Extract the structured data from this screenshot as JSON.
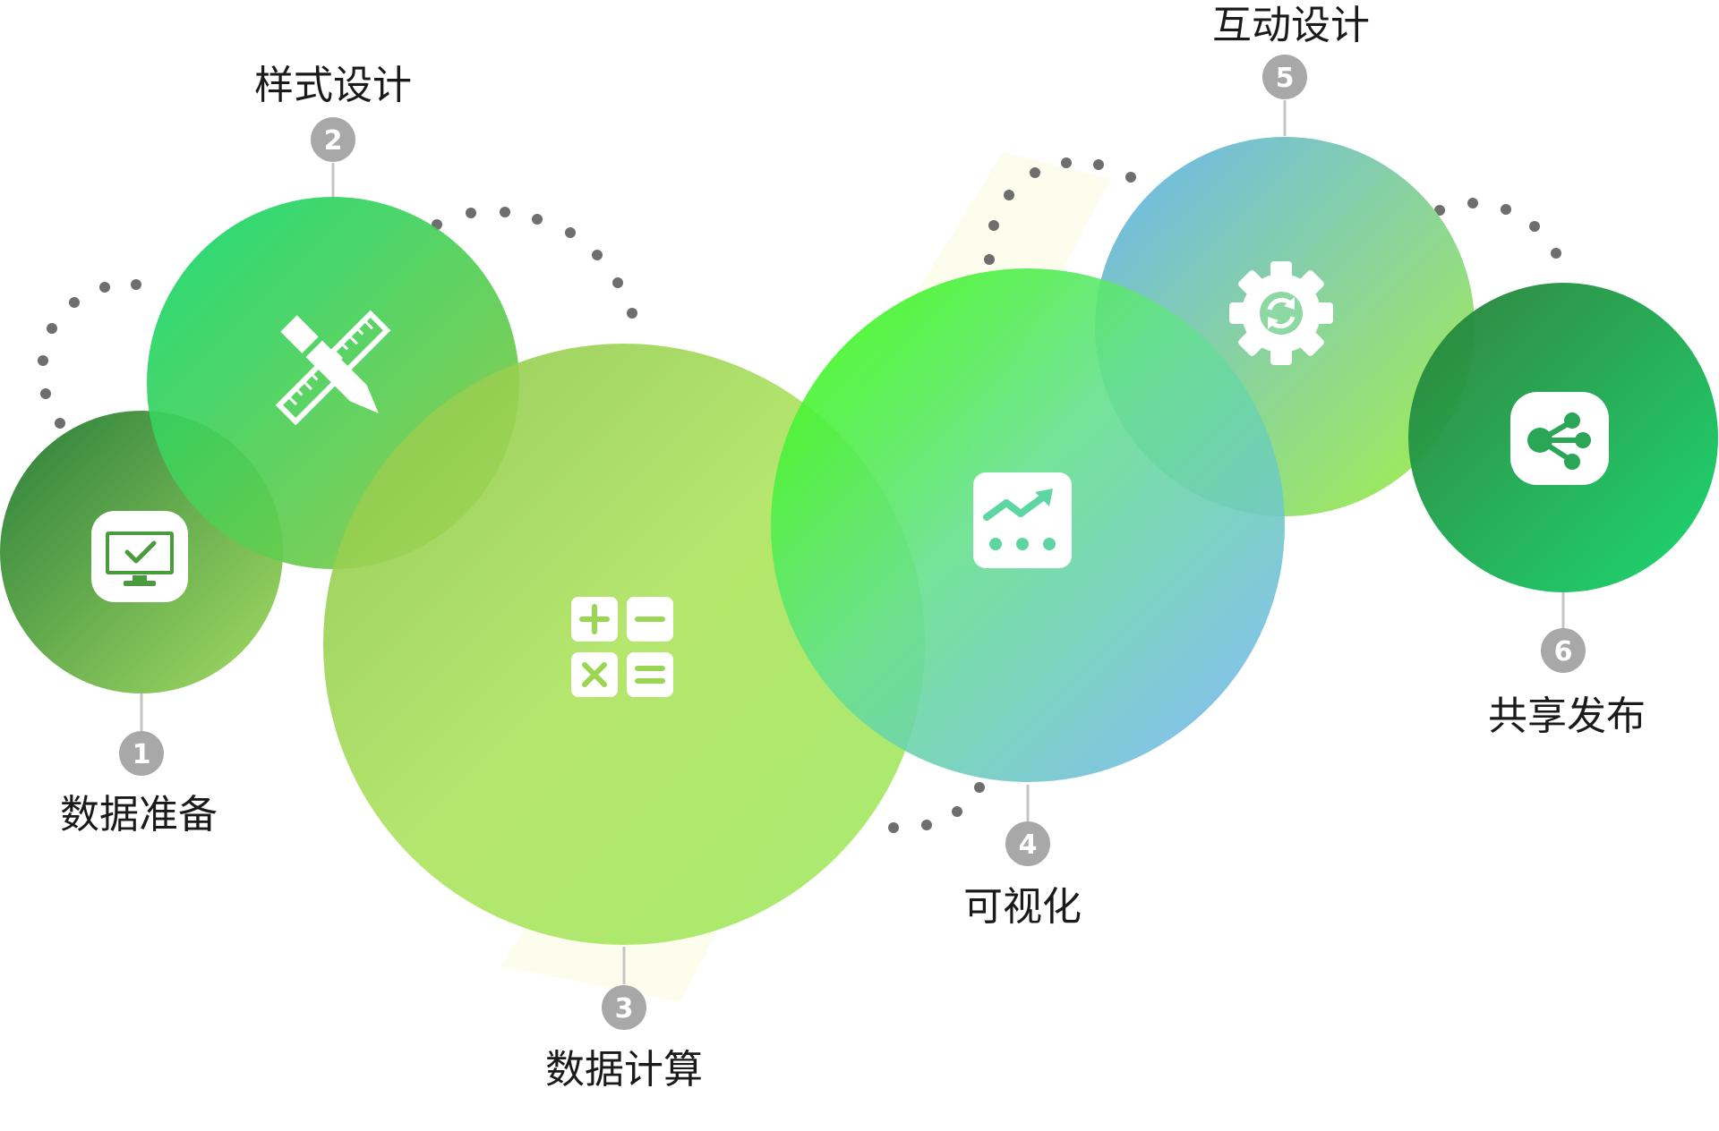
{
  "steps": [
    {
      "number": "1",
      "label": "数据准备",
      "icon": "monitor-check-icon"
    },
    {
      "number": "2",
      "label": "样式设计",
      "icon": "ruler-pencil-icon"
    },
    {
      "number": "3",
      "label": "数据计算",
      "icon": "calculator-icon"
    },
    {
      "number": "4",
      "label": "可视化",
      "icon": "chart-trend-icon"
    },
    {
      "number": "5",
      "label": "互动设计",
      "icon": "gear-refresh-icon"
    },
    {
      "number": "6",
      "label": "共享发布",
      "icon": "share-icon"
    }
  ],
  "colors": {
    "text": "#1a1a1a",
    "badge": "#a8a8a8",
    "connector": "#c4c4c4",
    "dots": "#6e6e6e",
    "dark_green": "#2f8a3e",
    "green": "#1fd06a",
    "lime": "#9be35c",
    "bright_green": "#3cf21a",
    "blue": "#72b8ee"
  }
}
